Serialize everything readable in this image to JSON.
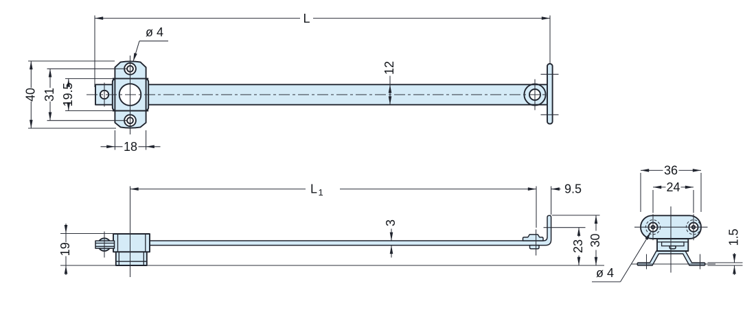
{
  "meta": {
    "type": "engineering-dimensioned-drawing",
    "background": "#ffffff",
    "part_fill_color": "#d5ebf7",
    "line_color": "#20242e"
  },
  "views": {
    "top": {
      "dims": {
        "overall_length": "L",
        "hole_diameter": "ø 4",
        "plate_height": "40",
        "hole_pitch": "31",
        "boss_width": "19.5",
        "plate_width": "18",
        "bar_width": "12"
      }
    },
    "side": {
      "dims": {
        "length_main": "L",
        "length_sub": "1",
        "end_offset": "9.5",
        "bar_thickness": "3",
        "arm_height": "23",
        "bracket_height": "30",
        "pivot_height": "19"
      }
    },
    "end": {
      "dims": {
        "bracket_width": "36",
        "hole_pitch": "24",
        "foot_thickness": "1.5",
        "hole_diameter": "ø 4"
      }
    }
  }
}
